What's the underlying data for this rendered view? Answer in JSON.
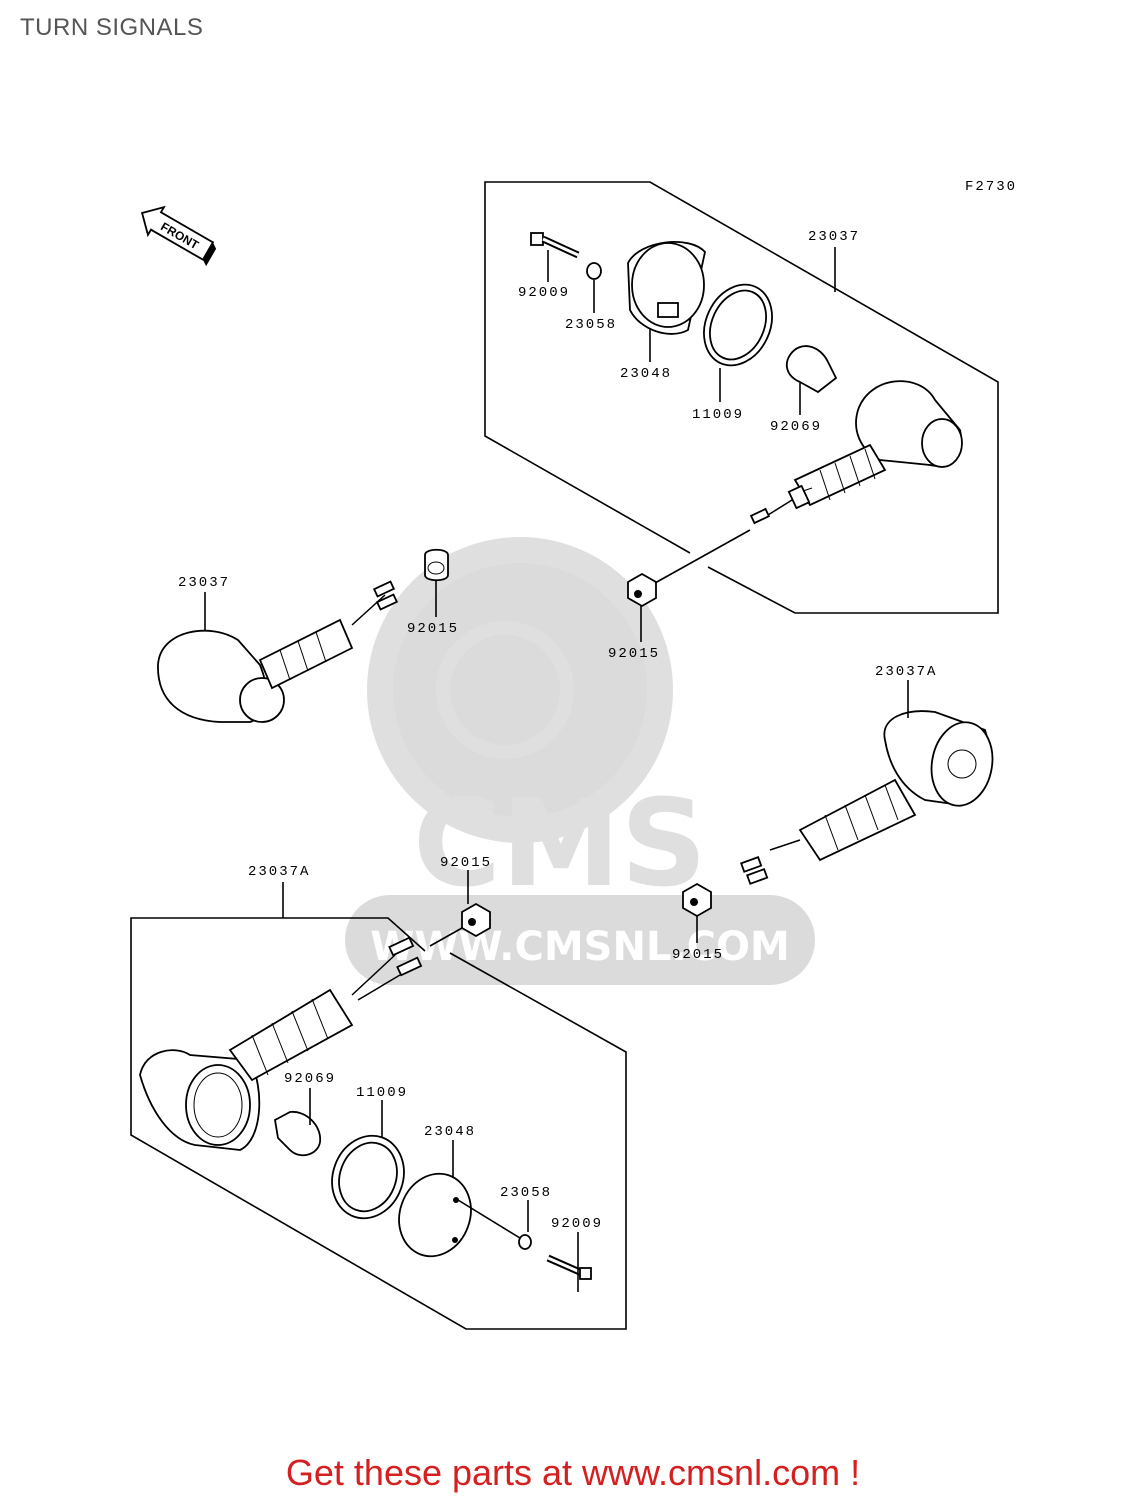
{
  "page": {
    "title": "TURN SIGNALS"
  },
  "diagram": {
    "figure_code": "F2730",
    "front_label": "FRONT",
    "labels": {
      "l1": "23037",
      "l2": "92009",
      "l3": "23058",
      "l4": "23048",
      "l5": "11009",
      "l6": "92069",
      "l7": "23037",
      "l8": "92015",
      "l9": "92015",
      "l10": "23037A",
      "l11": "23037A",
      "l12": "92015",
      "l13": "92015",
      "l14": "92069",
      "l15": "11009",
      "l16": "23048",
      "l17": "23058",
      "l18": "92009"
    }
  },
  "watermark": {
    "text": "CMS",
    "url": "WWW.CMSNL.COM"
  },
  "footer": {
    "text": "Get these parts at www.cmsnl.com !"
  },
  "colors": {
    "footer_text": "#d42020",
    "watermark": "#d8d8d8",
    "title_text": "#555555"
  }
}
